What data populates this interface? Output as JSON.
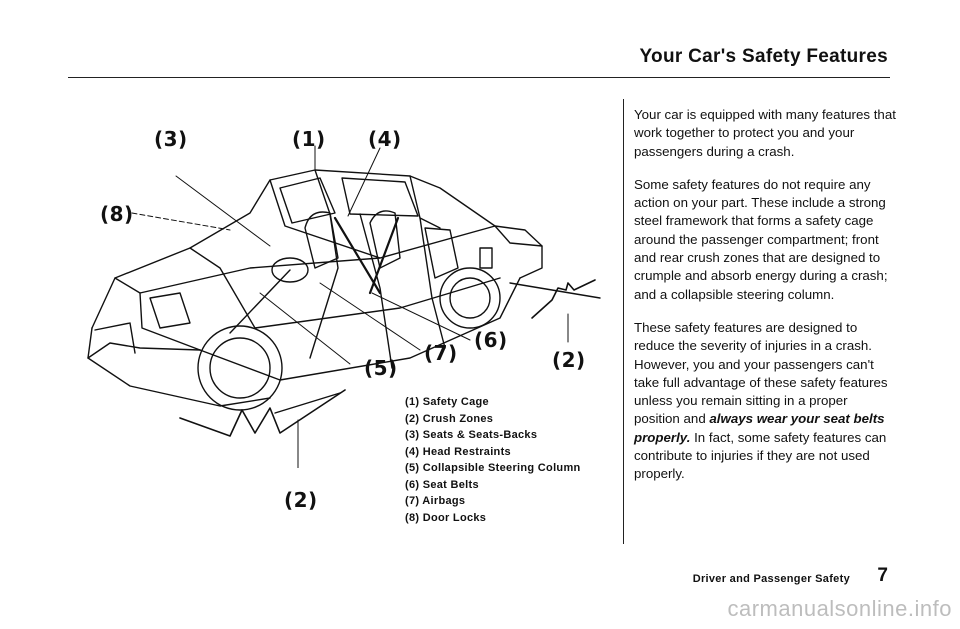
{
  "header": {
    "title": "Your Car's Safety Features"
  },
  "illustration": {
    "callouts": [
      "(3)",
      "(1)",
      "(4)",
      "(8)",
      "(6)",
      "(7)",
      "(5)",
      "(2)",
      "(2)"
    ],
    "legend": [
      "(1) Safety Cage",
      "(2) Crush Zones",
      "(3) Seats & Seats-Backs",
      "(4) Head Restraints",
      "(5) Collapsible Steering Column",
      "(6) Seat Belts",
      "(7) Airbags",
      "(8) Door Locks"
    ]
  },
  "body": {
    "paragraph1": "Your car is equipped with many features that work together to protect you and your passengers during a crash.",
    "paragraph2": "Some safety features do not require any action on your part. These include a strong steel framework that forms a safety cage around the passenger compartment; front and rear crush zones that are designed to crumple and absorb energy during a crash; and a collapsible steering column.",
    "paragraph3_start": "These safety features are designed to reduce the severity of injuries in a crash. However, you and your passengers can't take full advantage of these safety features unless you remain sitting in a proper position and ",
    "paragraph3_emphasis": "always wear your seat belts properly.",
    "paragraph3_end": " In fact, some safety features can contribute to injuries if they are not used properly."
  },
  "footer": {
    "section": "Driver and Passenger Safety",
    "page_number": "7"
  },
  "watermark": "carmanualsonline.info"
}
